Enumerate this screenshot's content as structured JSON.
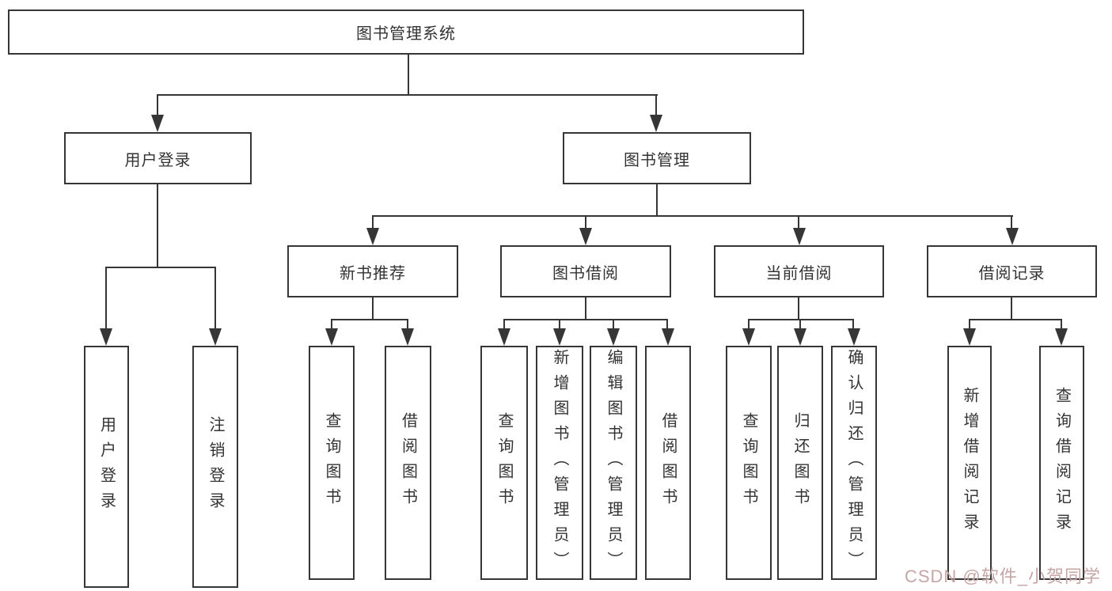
{
  "diagram_title": "图书管理系统",
  "tree": {
    "root": "图书管理系统",
    "children": [
      {
        "label": "用户登录",
        "children": [
          "用户登录",
          "注销登录"
        ]
      },
      {
        "label": "图书管理",
        "children": [
          {
            "label": "新书推荐",
            "children": [
              "查询图书",
              "借阅图书"
            ]
          },
          {
            "label": "图书借阅",
            "children": [
              "查询图书",
              "新增图书（管理员）",
              "编辑图书（管理员）",
              "借阅图书"
            ]
          },
          {
            "label": "当前借阅",
            "children": [
              "查询图书",
              "归还图书",
              "确认归还（管理员）"
            ]
          },
          {
            "label": "借阅记录",
            "children": [
              "新增借阅记录",
              "查询借阅记录"
            ]
          }
        ]
      }
    ]
  },
  "watermark": {
    "text": "CSDN @软件_小贺同学",
    "color": "#c4a1a1"
  },
  "colors": {
    "background": "#ffffff",
    "box_border": "#363636",
    "connector_line": "#363636",
    "text": "#333333"
  }
}
